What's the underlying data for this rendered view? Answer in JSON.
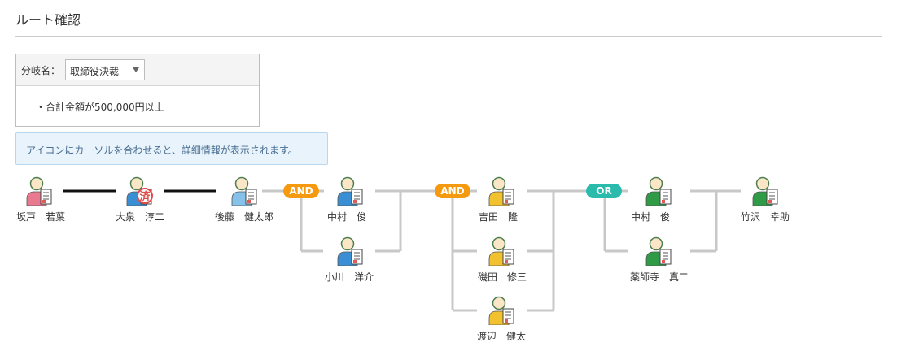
{
  "page": {
    "title": "ルート確認"
  },
  "branch": {
    "label": "分岐名：",
    "selected": "取締役決裁",
    "condition": "・合計金額が500,000円以上"
  },
  "info": {
    "text": "アイコンにカーソルを合わせると、詳細情報が表示されます。"
  },
  "colors": {
    "pink": "#e8798f",
    "blue": "#3a8fd4",
    "lightblue": "#85c1e8",
    "yellow": "#f2c12e",
    "green": "#2f9b47",
    "and": "#f59a0e",
    "or": "#2bbbad",
    "stamp": "#e14b4b"
  },
  "flow": {
    "badges": {
      "and1": "AND",
      "and2": "AND",
      "or1": "OR"
    },
    "nodes": [
      {
        "id": "n1",
        "name": "坂戸　若葉",
        "color": "pink",
        "stamp": ""
      },
      {
        "id": "n2",
        "name": "大泉　淳二",
        "color": "blue",
        "stamp": "済"
      },
      {
        "id": "n3",
        "name": "後藤　健太郎",
        "color": "lightblue",
        "stamp": ""
      },
      {
        "id": "n4",
        "name": "中村　俊",
        "color": "blue",
        "stamp": ""
      },
      {
        "id": "n5",
        "name": "小川　洋介",
        "color": "blue",
        "stamp": ""
      },
      {
        "id": "n6",
        "name": "吉田　隆",
        "color": "yellow",
        "stamp": ""
      },
      {
        "id": "n7",
        "name": "磯田　修三",
        "color": "yellow",
        "stamp": ""
      },
      {
        "id": "n8",
        "name": "渡辺　健太",
        "color": "yellow",
        "stamp": ""
      },
      {
        "id": "n9",
        "name": "中村　俊",
        "color": "green",
        "stamp": ""
      },
      {
        "id": "n10",
        "name": "薬師寺　真二",
        "color": "green",
        "stamp": ""
      },
      {
        "id": "n11",
        "name": "竹沢　幸助",
        "color": "green",
        "stamp": ""
      }
    ]
  }
}
